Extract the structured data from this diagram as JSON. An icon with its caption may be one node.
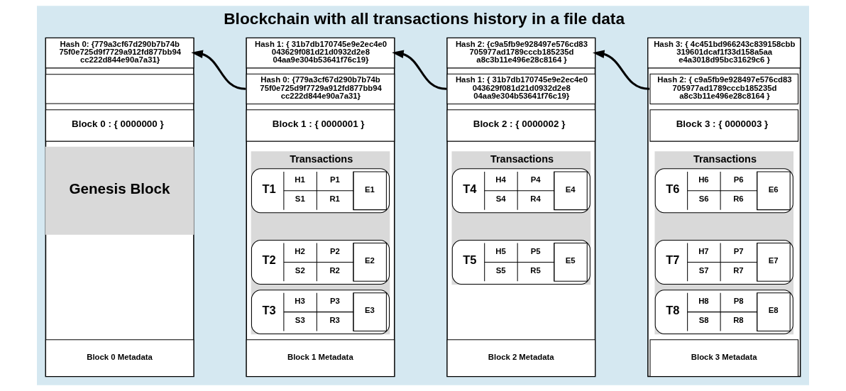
{
  "diagram": {
    "title": "Blockchain with all transactions history in a file data",
    "nodes": [
      {
        "text": [],
        "shape": "box"
      },
      {
        "text": [
          "Hash 0: {779a3cf67d290b7b74b 75f0e725d9f7729a912fd877bb94 cc222d844e90a7a31}"
        ],
        "in": 0
      },
      {
        "text": [],
        "shape": "box",
        "in": 0
      },
      {
        "text": [
          "Block 0 : { 0000000 }"
        ],
        "in": 0
      },
      {
        "text": [
          "Genesis Block"
        ],
        "in": 0
      },
      {
        "text": [
          "Block 0 Metadata"
        ],
        "in": 0
      },
      {
        "text": [],
        "shape": "box"
      },
      {
        "text": [
          "Hash 1: { 31b7db170745e9e2ec4e0 043629f081d21d0932d2e8 04aa9e304b53641f76c19}"
        ],
        "in": 6
      },
      {
        "text": [
          "Hash 0: {779a3cf67d290b7b74b 75f0e725d9f7729a912fd877bb94 cc222d844e90a7a31}"
        ],
        "in": 6
      },
      {
        "text": [
          "Block 1 : { 0000001 }"
        ],
        "in": 6
      },
      {
        "text": [
          "Transactions"
        ],
        "in": 6
      },
      {
        "text": [
          "T1",
          "H1",
          "P1",
          "S1",
          "R1",
          "E1"
        ],
        "in": 10
      },
      {
        "text": [
          "T2",
          "H2",
          "P2",
          "S2",
          "R2",
          "E2"
        ],
        "in": 10
      },
      {
        "text": [
          "T3",
          "H3",
          "P3",
          "S3",
          "R3",
          "E3"
        ],
        "in": 10
      },
      {
        "text": [
          "Block 1 Metadata"
        ],
        "in": 6
      },
      {
        "text": [],
        "shape": "box"
      },
      {
        "text": [
          "Hash 2: {c9a5fb9e928497e576cd83 705977ad1789cccb185235d a8c3b11e496e28c8164 }"
        ],
        "in": 15
      },
      {
        "text": [
          "Hash 1: { 31b7db170745e9e2ec4e0 043629f081d21d0932d2e8 04aa9e304b53641f76c19}"
        ],
        "in": 15
      },
      {
        "text": [
          "Block 2 : { 0000002 }"
        ],
        "in": 15
      },
      {
        "text": [
          "Transactions"
        ],
        "in": 15
      },
      {
        "text": [
          "T4",
          "H4",
          "P4",
          "S4",
          "R4",
          "E4"
        ],
        "in": 19
      },
      {
        "text": [
          "T5",
          "H5",
          "P5",
          "S5",
          "R5",
          "E5"
        ],
        "in": 19
      },
      {
        "text": [
          "Block 2 Metadata"
        ],
        "in": 15
      },
      {
        "text": [],
        "shape": "box"
      },
      {
        "text": [
          "Hash 3: { 4c451bd966243c839158cbb 319601dcaf1f33d158a5aa e4a3018d95bc31629c6 }"
        ],
        "in": 23
      },
      {
        "text": [
          "Hash 2: { c9a5fb9e928497e576cd83 705977ad1789cccb185235d a8c3b11e496e28c8164 }"
        ],
        "in": 23
      },
      {
        "text": [
          "Block 3 : { 0000003 }"
        ],
        "in": 23
      },
      {
        "text": [
          "Transactions"
        ],
        "in": 23
      },
      {
        "text": [
          "T6",
          "H6",
          "P6",
          "S6",
          "R6",
          "E6"
        ],
        "in": 27
      },
      {
        "text": [
          "T7",
          "H7",
          "P7",
          "S7",
          "R7",
          "E7"
        ],
        "in": 27
      },
      {
        "text": [
          "T8",
          "H8",
          "P8",
          "S8",
          "R8",
          "E8"
        ],
        "in": 27
      },
      {
        "text": [
          "Block 3 Metadata"
        ],
        "in": 23
      }
    ],
    "edges": [
      {
        "from": 8,
        "to": 1,
        "arrow": "to"
      },
      {
        "from": 17,
        "to": 7,
        "arrow": "to"
      },
      {
        "from": 25,
        "to": 16,
        "arrow": "to"
      }
    ]
  }
}
